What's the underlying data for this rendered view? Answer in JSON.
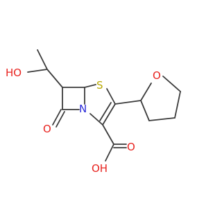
{
  "molecule": {
    "atoms": {
      "ho_label": {
        "text": "HO",
        "color": "#e8231f"
      },
      "s_label": {
        "text": "S",
        "color": "#b8a800"
      },
      "n_label": {
        "text": "N",
        "color": "#2b2bd8"
      },
      "o_ring_label": {
        "text": "O",
        "color": "#e8231f"
      },
      "o_ketone_label": {
        "text": "O",
        "color": "#e8231f"
      },
      "o_acid_label": {
        "text": "O",
        "color": "#e8231f"
      },
      "oh_label": {
        "text": "OH",
        "color": "#e8231f"
      }
    }
  }
}
